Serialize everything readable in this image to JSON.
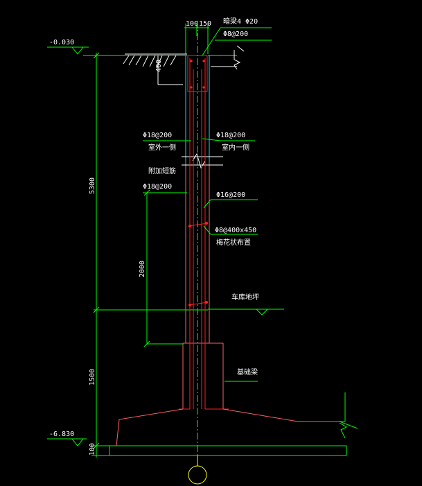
{
  "colors": {
    "background": "#000000",
    "dimension_line": "#00ff00",
    "rebar": "#ff2020",
    "outline": "#ff6060",
    "cyan": "#00e0ff",
    "text": "#ffffff",
    "bottom_circle": "#ffff00"
  },
  "elevations": {
    "top": "-0.030",
    "bottom": "-6.830"
  },
  "dims": {
    "wall_left": "100",
    "wall_right": "150",
    "cover_depth": "400",
    "total_height": "5300",
    "extra_bar_length": "2000",
    "footing_height": "1500",
    "base_thickness": "100"
  },
  "labels": {
    "dark_beam": "暗梁4 Φ20",
    "stirrup": "Φ8@200",
    "outer_bar": "Φ18@200",
    "outer_side": "室外一侧",
    "inner_bar": "Φ18@200",
    "inner_side": "室内一侧",
    "added_bar_title": "附加短筋",
    "added_bar": "Φ18@200",
    "horizontal_bar": "Φ16@200",
    "tie_bar": "Φ8@400x450",
    "tie_layout": "梅花状布置",
    "garage_floor": "车库地坪",
    "foundation_beam": "基础梁"
  }
}
